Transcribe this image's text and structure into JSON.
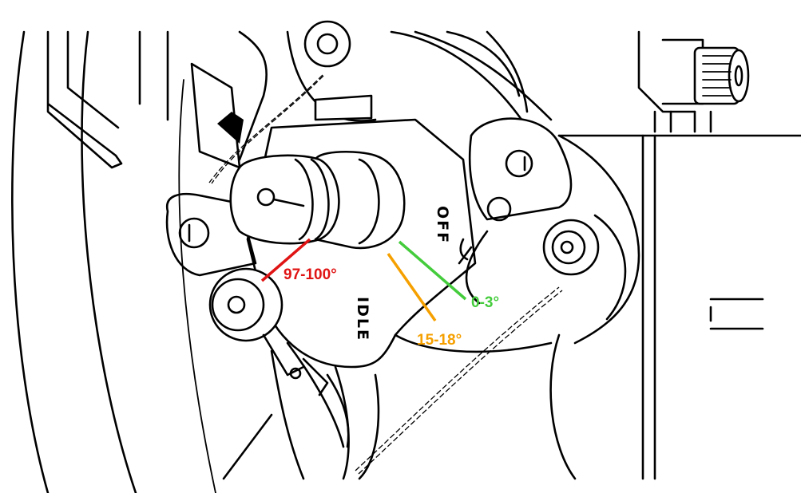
{
  "printed_labels": {
    "off": "OFF",
    "idle": "IDLE"
  },
  "callouts": [
    {
      "id": "closed",
      "label": "0-3°",
      "color": "#44cc3c"
    },
    {
      "id": "idle",
      "label": "15-18°",
      "color": "#f5a000"
    },
    {
      "id": "full",
      "label": "97-100°",
      "color": "#e01414"
    }
  ],
  "icons": [
    "throttle-cam-shaft",
    "pivot-bolt",
    "cable-guide-pulley",
    "adjustment-knob"
  ]
}
